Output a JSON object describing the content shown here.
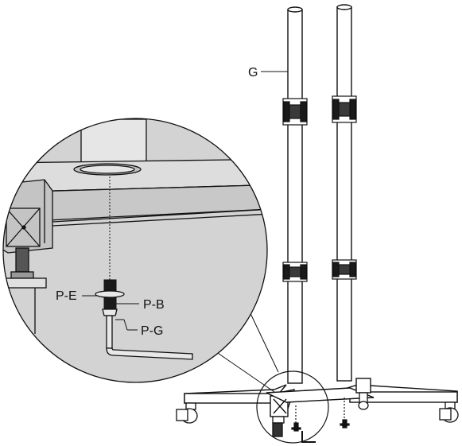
{
  "diagram": {
    "labels": {
      "post": "G",
      "washer": "P-E",
      "bolt": "P-B",
      "hex_key": "P-G"
    },
    "colors": {
      "line": "#111111",
      "detail_fill": "#d3d3d3",
      "metal_dark": "#1a1a1a",
      "background": "#ffffff"
    }
  }
}
